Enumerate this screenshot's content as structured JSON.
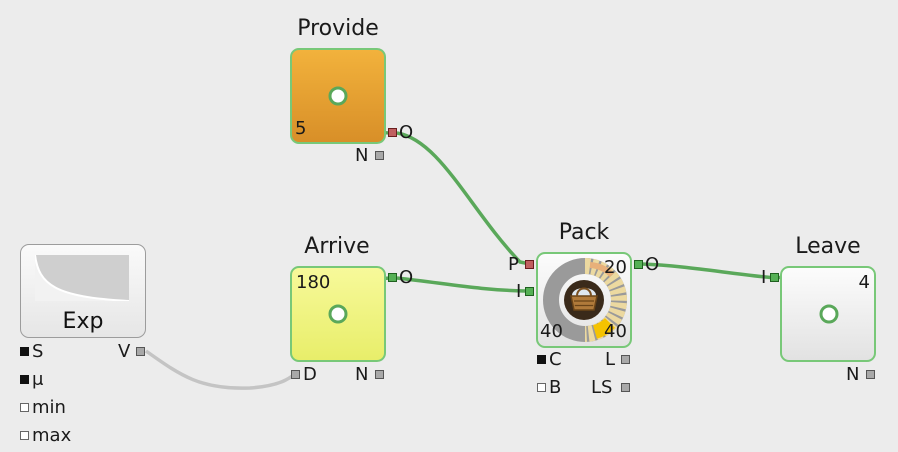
{
  "blocks": {
    "provide": {
      "title": "Provide",
      "value": "5",
      "ports": {
        "out": "O",
        "n": "N"
      }
    },
    "arrive": {
      "title": "Arrive",
      "value": "180",
      "ports": {
        "out": "O",
        "d": "D",
        "n": "N"
      }
    },
    "pack": {
      "title": "Pack",
      "values": {
        "top_right": "20",
        "bottom_left": "40",
        "bottom_right": "40"
      },
      "ports": {
        "p": "P",
        "i": "I",
        "o": "O",
        "c": "C",
        "l": "L",
        "b": "B",
        "ls": "LS"
      }
    },
    "leave": {
      "title": "Leave",
      "value": "4",
      "ports": {
        "i": "I",
        "n": "N"
      }
    },
    "exp": {
      "title": "Exp",
      "ports": {
        "s": "S",
        "mu": "μ",
        "min": "min",
        "max": "max",
        "v": "V"
      }
    }
  },
  "colors": {
    "background": "#ececec",
    "connector": "#5aa85a",
    "connector_inactive": "#c0c0c0",
    "provide_fill": "#e0a030",
    "arrive_fill": "#eef27a",
    "node_border": "#78c878"
  }
}
